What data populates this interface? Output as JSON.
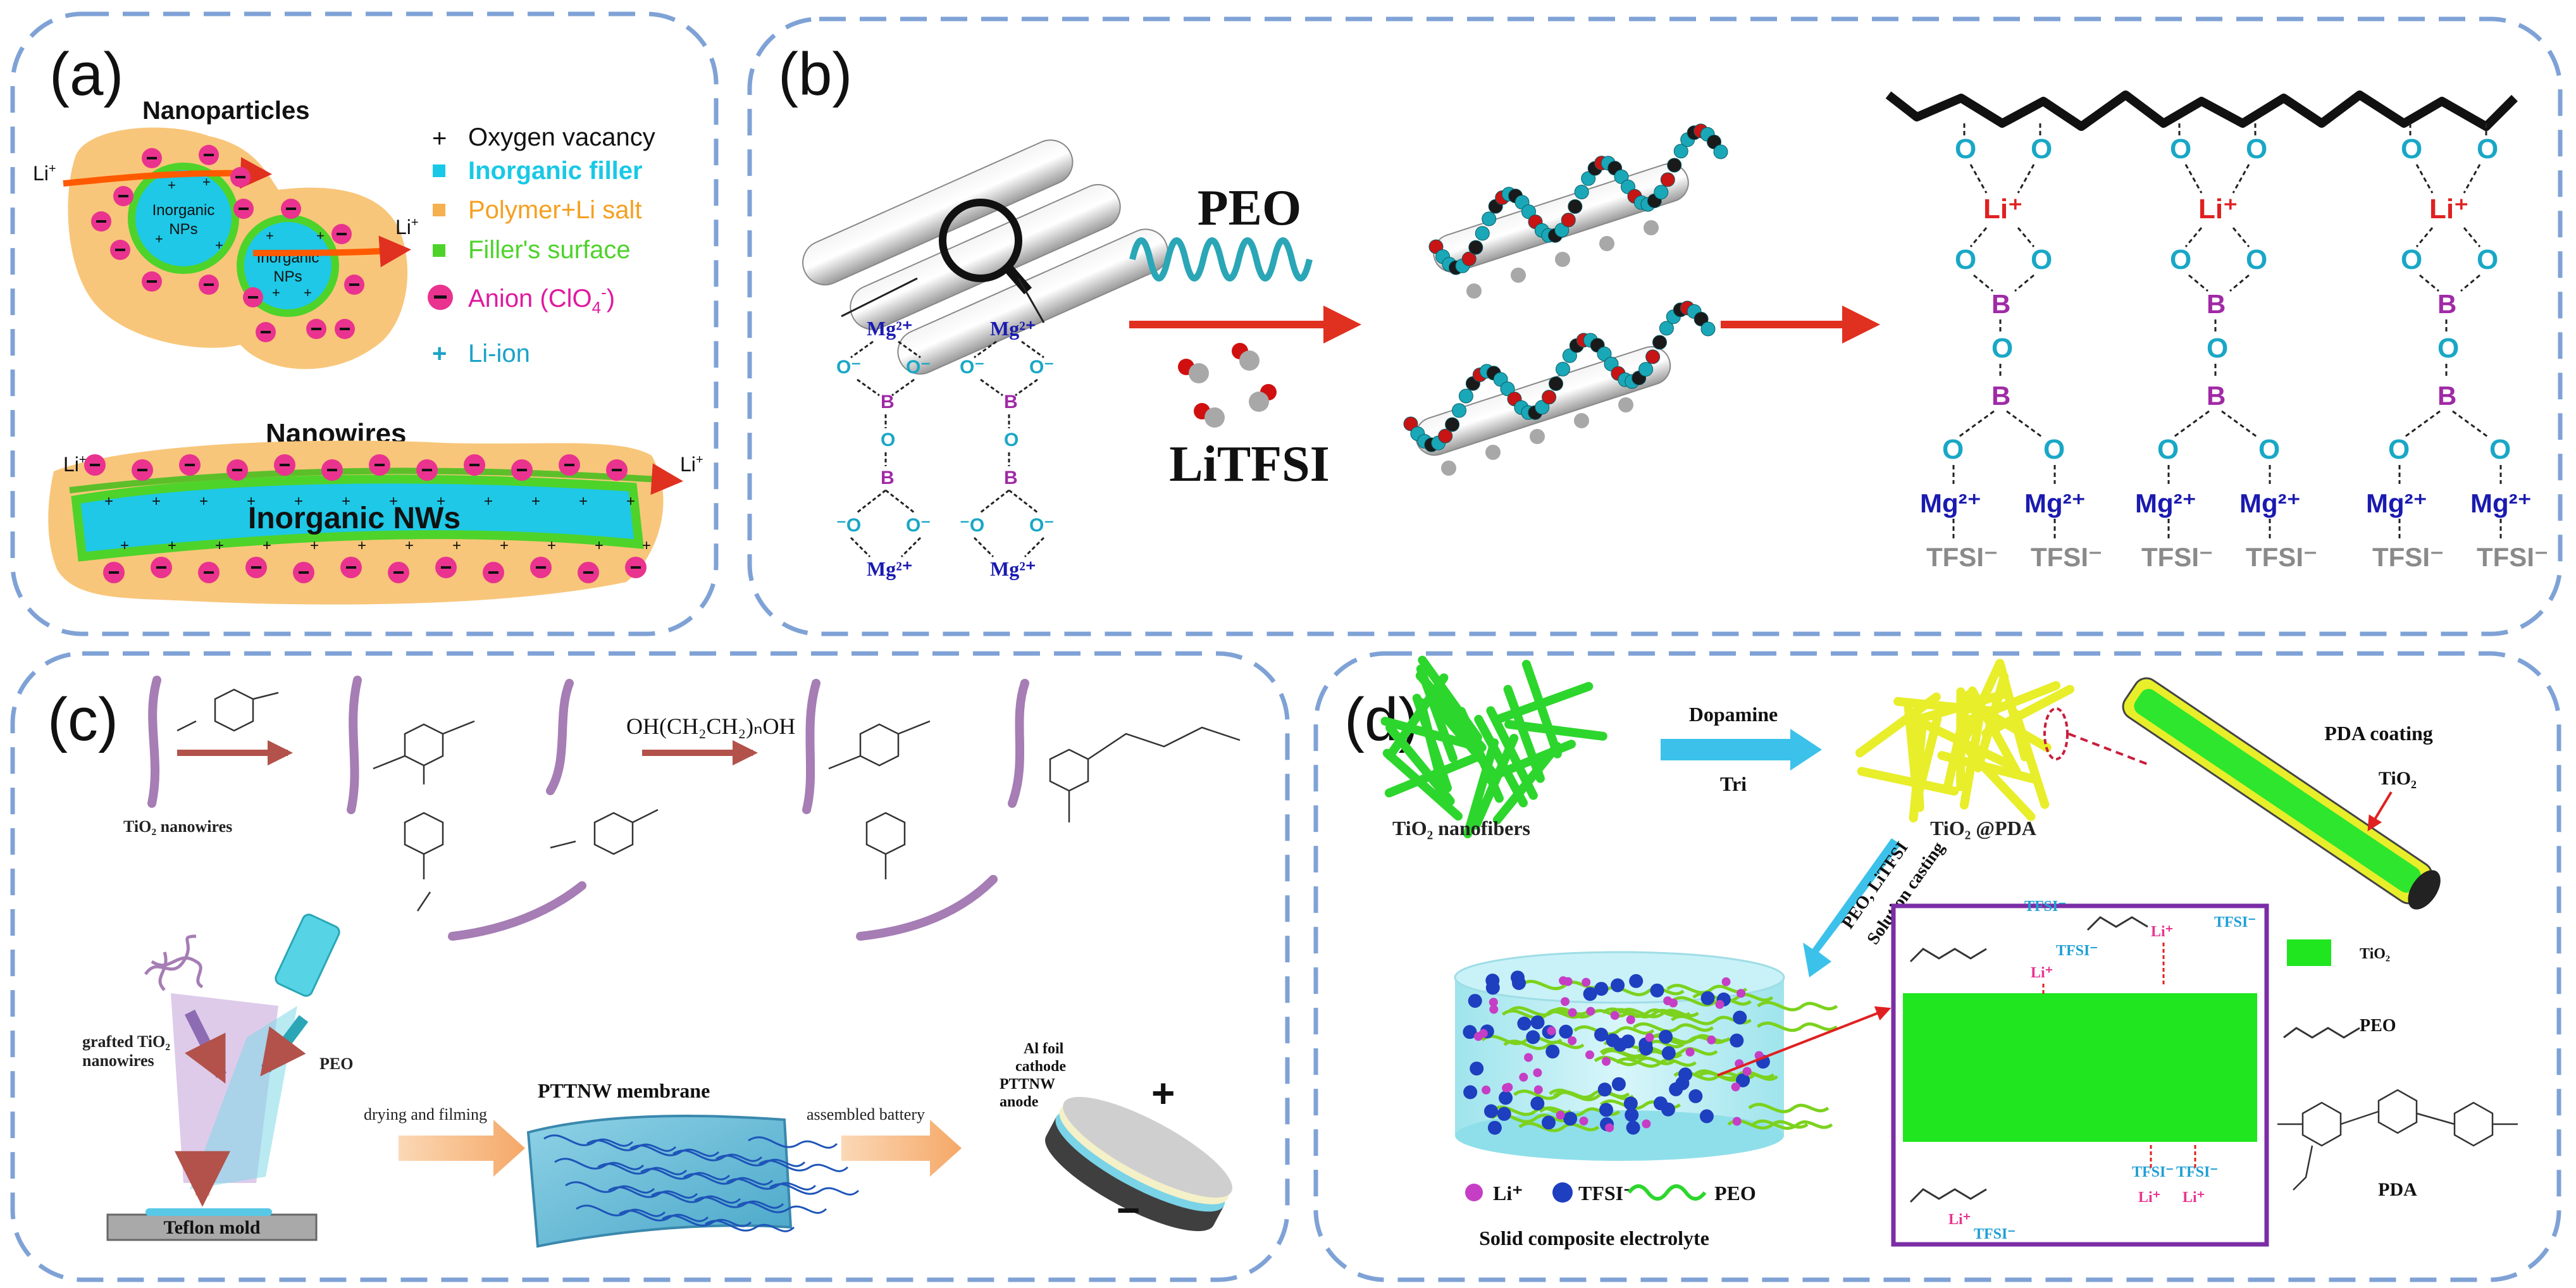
{
  "panels": {
    "a": {
      "tag": "(a)",
      "nanoparticles_title": "Nanoparticles",
      "nanowires_title": "Nanowires",
      "np_label_line1": "Inorganic",
      "np_label_line2": "NPs",
      "nw_label": "Inorganic NWs",
      "li_in": "Li",
      "li_out": "Li",
      "li_sup": "+",
      "legend": [
        {
          "text": "Oxygen vacancy",
          "color": "#000000",
          "marker": "plus"
        },
        {
          "text": "Inorganic filler",
          "color": "#19c8e6",
          "marker": "square-cyan"
        },
        {
          "text": "Polymer+Li salt",
          "color": "#f5a020",
          "marker": "square-orange"
        },
        {
          "text": "Filler's surface",
          "color": "#4ed32a",
          "marker": "square-green"
        },
        {
          "text": "Anion (ClO",
          "sub": "4",
          "sup": "-",
          "tail": ")",
          "color": "#e0199f",
          "marker": "circle-minus"
        },
        {
          "text": "Li-ion",
          "color": "#1aa3c8",
          "marker": "plus-cyan"
        }
      ]
    },
    "b": {
      "tag": "(b)",
      "peo": "PEO",
      "litfsi": "LiTFSI",
      "mg": "Mg",
      "mg_sup": "2+",
      "o": "O",
      "o_sup": "-",
      "b_atom": "B",
      "li": "Li",
      "li_sup": "+",
      "tfsi": "TFSI",
      "tfsi_sup": "-",
      "ring_o": "O"
    },
    "c": {
      "tag": "(c)",
      "tio2_nanowires": "TiO₂ nanowires",
      "glycol": "OH(CH₂CH₂)ₙOH",
      "grafted_line1": "grafted TiO₂",
      "grafted_line2": "nanowires",
      "peo": "PEO",
      "teflon": "Teflon mold",
      "drying": "drying and filming",
      "membrane": "PTTNW membrane",
      "assembled": "assembled battery",
      "al_foil": "Al foil",
      "cathode": "cathode",
      "pttnw": "PTTNW",
      "anode": "anode",
      "plus": "+",
      "minus": "−"
    },
    "d": {
      "tag": "(d)",
      "tio2_nanofibers": "TiO₂ nanofibers",
      "dopamine": "Dopamine",
      "tri": "Tri",
      "tio2_pda": "TiO₂ @PDA",
      "pda_coating": "PDA coating",
      "tio2": "TiO₂",
      "peo_litfsi": "PEO, LiTFSI",
      "solution_casting": "Solution casting",
      "li_legend": "Li⁺",
      "tfsi_legend": "TFSI⁻",
      "peo_legend": "PEO",
      "electrolyte": "Solid composite electrolyte",
      "inset_tio2": "TiO₂",
      "inset_peo": "PEO",
      "inset_pda": "PDA",
      "tfsi": "TFSI⁻",
      "li": "Li⁺"
    }
  }
}
